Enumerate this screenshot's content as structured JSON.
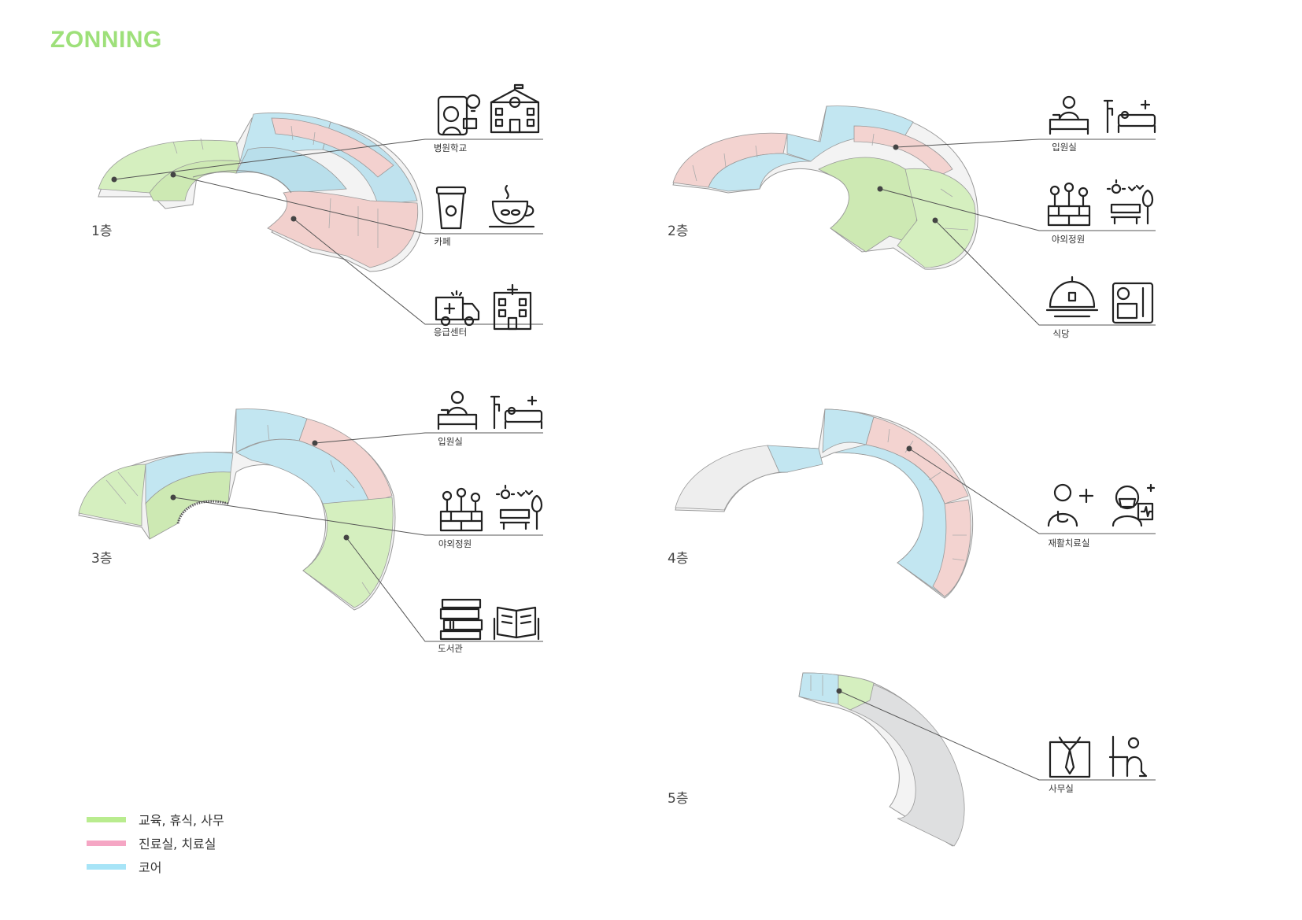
{
  "title": "ZONNING",
  "colors": {
    "green": "#ccebb0",
    "pink": "#f2cfcc",
    "blue": "#bfe4ee",
    "white": "#f5f5f5",
    "gray": "#dedfe0",
    "title": "#9ee07a"
  },
  "floors": [
    {
      "label": "1층",
      "programs": [
        {
          "caption": "병원학교",
          "icons": [
            "teacher-idea-icon",
            "school-building-icon"
          ]
        },
        {
          "caption": "카페",
          "icons": [
            "coffee-cup-icon",
            "coffee-mug-icon"
          ]
        },
        {
          "caption": "응급센터",
          "icons": [
            "ambulance-icon",
            "hospital-icon"
          ]
        }
      ]
    },
    {
      "label": "2층",
      "programs": [
        {
          "caption": "입원실",
          "icons": [
            "inpatient-bed-icon",
            "hospital-bed-icon"
          ]
        },
        {
          "caption": "야외정원",
          "icons": [
            "flower-garden-icon",
            "park-bench-icon"
          ]
        },
        {
          "caption": "식당",
          "icons": [
            "food-cloche-icon",
            "meal-tray-icon"
          ]
        }
      ]
    },
    {
      "label": "3층",
      "programs": [
        {
          "caption": "입원실",
          "icons": [
            "inpatient-bed-icon",
            "hospital-bed-icon"
          ]
        },
        {
          "caption": "야외정원",
          "icons": [
            "flower-garden-icon",
            "park-bench-icon"
          ]
        },
        {
          "caption": "도서관",
          "icons": [
            "book-stack-icon",
            "open-book-icon"
          ]
        }
      ]
    },
    {
      "label": "4층",
      "programs": [
        {
          "caption": "재활치료실",
          "icons": [
            "doctor-icon",
            "patient-mask-icon"
          ]
        }
      ]
    },
    {
      "label": "5층",
      "programs": [
        {
          "caption": "사무실",
          "icons": [
            "suit-tie-icon",
            "office-desk-icon"
          ]
        }
      ]
    }
  ],
  "legend": [
    {
      "label": "교육, 휴식, 사무",
      "color": "#b9ec8f"
    },
    {
      "label": "진료실, 치료실",
      "color": "#f5a6c4"
    },
    {
      "label": "코어",
      "color": "#a7e4f7"
    }
  ]
}
